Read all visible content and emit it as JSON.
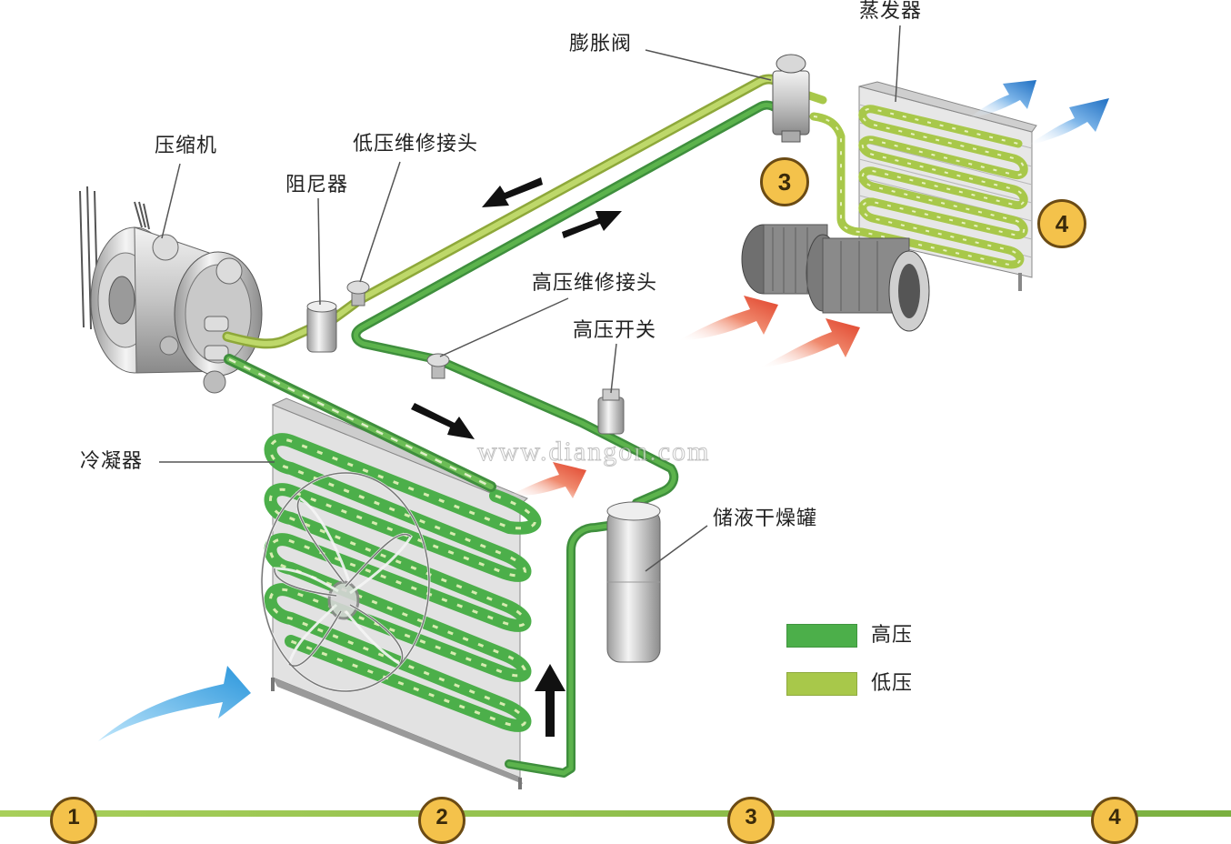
{
  "labels": {
    "compressor": "压缩机",
    "muffler": "阻尼器",
    "low_service_port": "低压维修接头",
    "expansion_valve": "膨胀阀",
    "evaporator": "蒸发器",
    "high_service_port": "高压维修接头",
    "high_pressure_switch": "高压开关",
    "condenser": "冷凝器",
    "receiver_drier": "储液干燥罐"
  },
  "step_markers": {
    "three": "3",
    "four": "4"
  },
  "bottom_markers": [
    "1",
    "2",
    "3",
    "4"
  ],
  "watermark": "www.diangon.com",
  "legend": [
    {
      "label": "高压",
      "color": "#4caf4a"
    },
    {
      "label": "低压",
      "color": "#a8c84a"
    }
  ],
  "colors": {
    "high_pressure_line": "#4caf4a",
    "low_pressure_line": "#a8c84a",
    "hot_air_arrow": "#e8553a",
    "cool_air_arrow": "#2f86d6",
    "bottom_bar": "#8bc34a",
    "marker_fill": "#f4c24b"
  }
}
